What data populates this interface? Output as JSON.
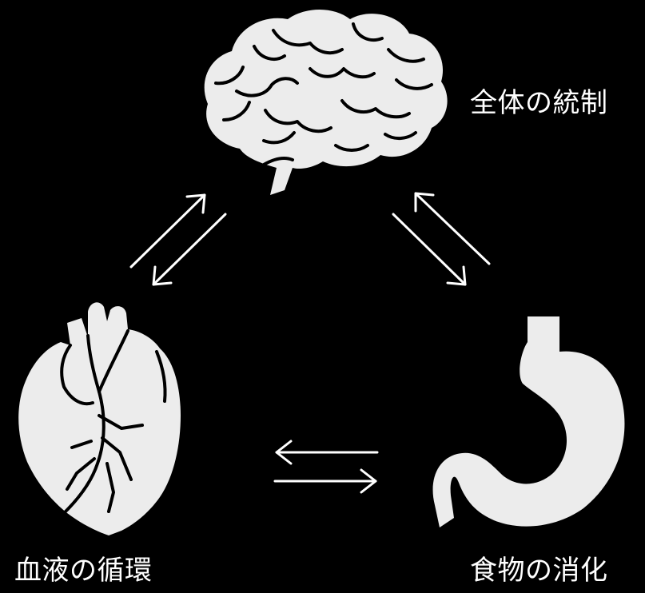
{
  "organs": {
    "brain": {
      "icon": "brain-icon",
      "label": "全体の統制"
    },
    "heart": {
      "icon": "heart-icon",
      "label": "血液の循環"
    },
    "stomach": {
      "icon": "stomach-icon",
      "label": "食物の消化"
    }
  },
  "colors": {
    "background": "#000000",
    "organ_fill": "#ececec",
    "organ_line": "#000000",
    "arrow": "#ffffff",
    "text": "#ffffff"
  }
}
